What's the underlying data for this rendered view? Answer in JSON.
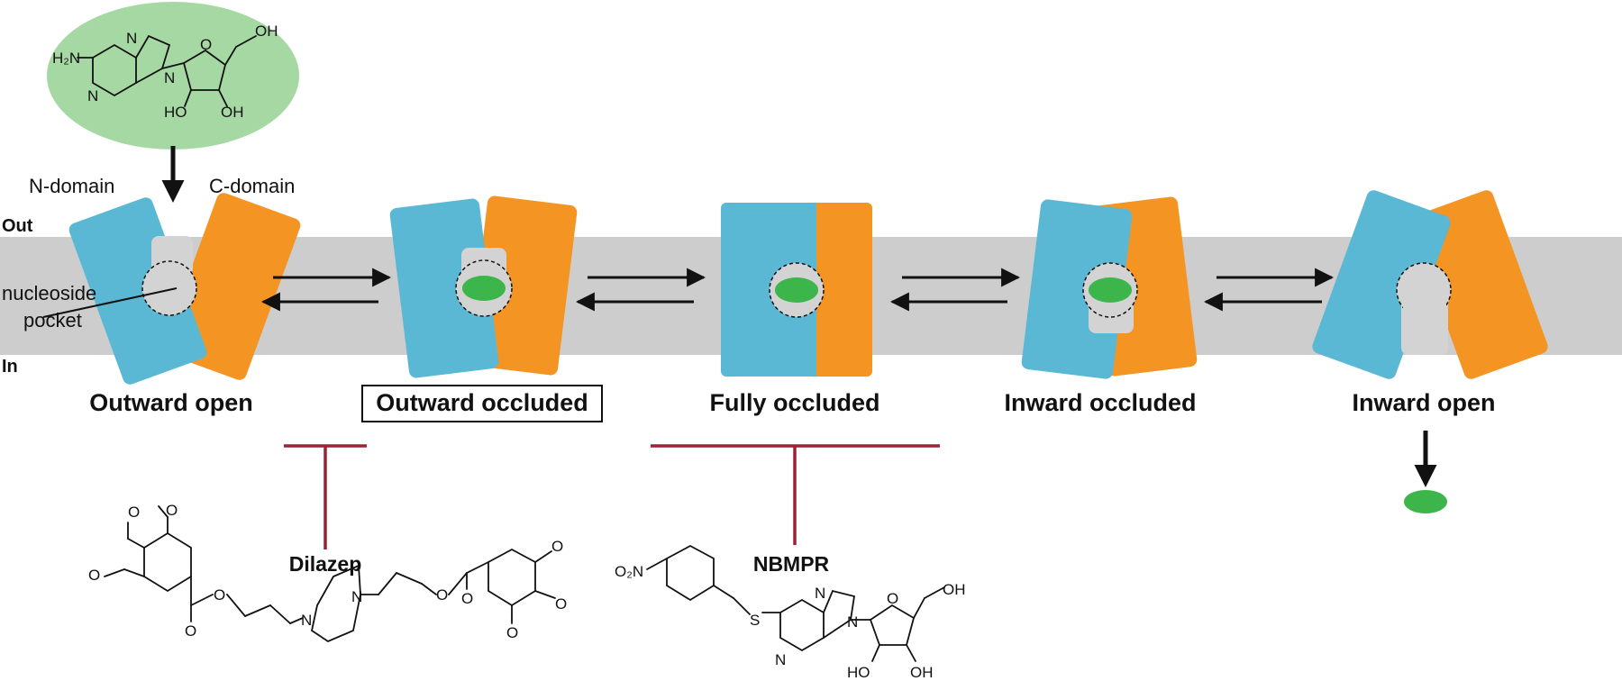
{
  "membrane": {
    "out_label": "Out",
    "in_label": "In"
  },
  "domains": {
    "n_domain": "N-domain",
    "c_domain": "C-domain",
    "pocket": "nucleoside pocket"
  },
  "states": [
    {
      "label": "Outward open",
      "boxed": false
    },
    {
      "label": "Outward occluded",
      "boxed": true
    },
    {
      "label": "Fully occluded",
      "boxed": false
    },
    {
      "label": "Inward occluded",
      "boxed": false
    },
    {
      "label": "Inward open",
      "boxed": false
    }
  ],
  "inhibitors": {
    "dilazep": "Dilazep",
    "nbmpr": "NBMPR"
  },
  "chem_text": {
    "h2n": "H₂N",
    "n": "N",
    "o": "O",
    "oh": "OH",
    "ho": "HO",
    "s": "S",
    "o2n": "O₂N"
  },
  "colors": {
    "n_domain": "#5BB8D5",
    "c_domain": "#F39423",
    "membrane": "#CDCDCD",
    "ligand": "#3CB54A",
    "ligand_bubble": "#A6D8A3",
    "inhibitor_line": "#9B2335",
    "pocket": "#D3D3D3"
  }
}
